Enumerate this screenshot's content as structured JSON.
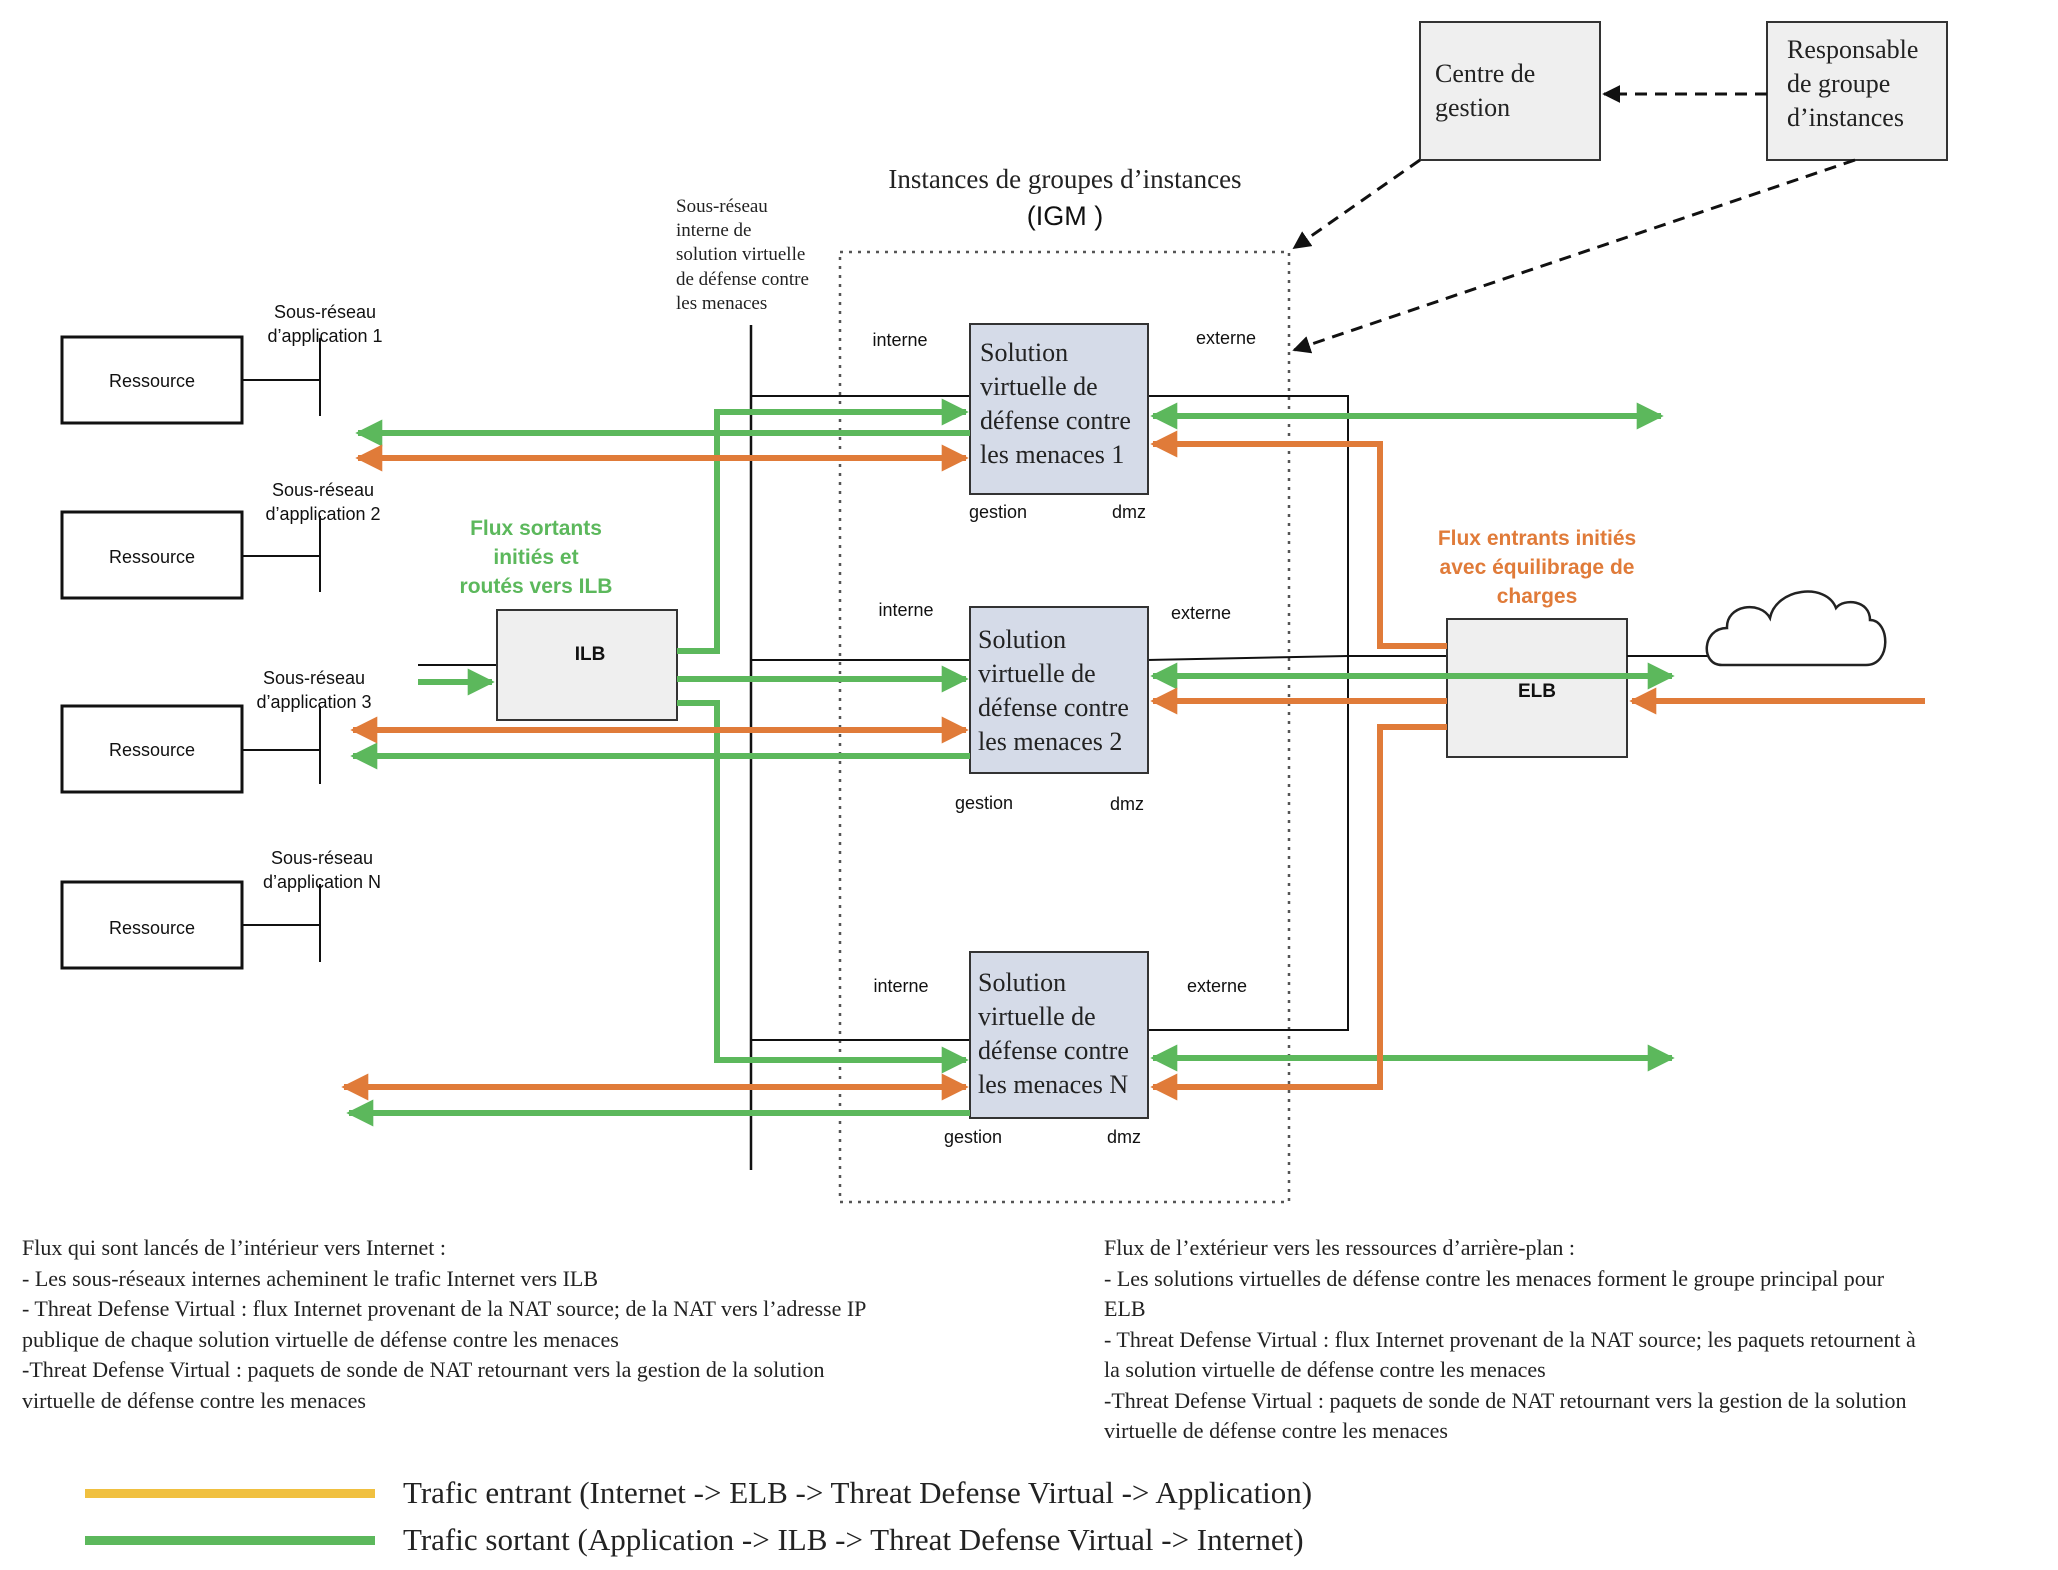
{
  "colors": {
    "green": "#5cb85c",
    "orange": "#e07b39",
    "legend_yellow": "#f0c040",
    "box_grey": "#efefef",
    "box_blue": "#d5dbe8"
  },
  "igm": {
    "title_line1": "Instances de groupes d’instances",
    "title_line2": "(IGM )"
  },
  "management": {
    "center_line1": "Centre de",
    "center_line2": "gestion",
    "manager_line1": "Responsable",
    "manager_line2": "de groupe",
    "manager_line3": "d’instances"
  },
  "internal_subnet": {
    "line1": "Sous-réseau",
    "line2": "interne de",
    "line3": "solution virtuelle",
    "line4": "de défense contre",
    "line5": "les menaces"
  },
  "resources": [
    {
      "label": "Ressource",
      "subnet_line1": "Sous-réseau",
      "subnet_line2": "d’application 1"
    },
    {
      "label": "Ressource",
      "subnet_line1": "Sous-réseau",
      "subnet_line2": "d’application 2"
    },
    {
      "label": "Ressource",
      "subnet_line1": "Sous-réseau",
      "subnet_line2": "d’application 3"
    },
    {
      "label": "Ressource",
      "subnet_line1": "Sous-réseau",
      "subnet_line2": "d’application N"
    }
  ],
  "ilb": {
    "label": "ILB",
    "caption_line1": "Flux sortants",
    "caption_line2": "initiés et",
    "caption_line3": "routés vers ILB"
  },
  "elb": {
    "label": "ELB",
    "caption_line1": "Flux entrants initiés",
    "caption_line2": "avec équilibrage de",
    "caption_line3": "charges"
  },
  "tdv": [
    {
      "line1": "Solution",
      "line2": "virtuelle de",
      "line3": "défense contre",
      "line4": "les menaces 1",
      "interne": "interne",
      "externe": "externe",
      "gestion": "gestion",
      "dmz": "dmz"
    },
    {
      "line1": "Solution",
      "line2": "virtuelle de",
      "line3": "défense contre",
      "line4": "les menaces 2",
      "interne": "interne",
      "externe": "externe",
      "gestion": "gestion",
      "dmz": "dmz"
    },
    {
      "line1": "Solution",
      "line2": "virtuelle de",
      "line3": "défense contre",
      "line4": "les menaces N",
      "interne": "interne",
      "externe": "externe",
      "gestion": "gestion",
      "dmz": "dmz"
    }
  ],
  "notes_left": [
    "Flux qui sont lancés de l’intérieur vers Internet :",
    "- Les sous-réseaux internes acheminent le trafic Internet vers ILB",
    "- Threat Defense Virtual : flux Internet provenant de la NAT source; de la NAT vers l’adresse IP",
    "publique de chaque solution virtuelle de défense contre les menaces",
    "-Threat Defense Virtual : paquets de sonde de NAT retournant vers la gestion de la solution",
    "virtuelle de défense contre les menaces"
  ],
  "notes_right": [
    "Flux de l’extérieur vers les ressources d’arrière-plan :",
    "- Les solutions virtuelles de défense contre les menaces forment le groupe principal pour",
    "ELB",
    "- Threat Defense Virtual : flux Internet provenant de la NAT source; les paquets retournent à",
    "la solution virtuelle de défense contre les menaces",
    "-Threat Defense Virtual : paquets de sonde de NAT retournant vers la gestion de la solution",
    "virtuelle de défense contre les menaces"
  ],
  "legend": [
    {
      "text": "Trafic entrant (Internet -> ELB -> Threat Defense Virtual -> Application)",
      "color": "#f0c040"
    },
    {
      "text": "Trafic sortant (Application -> ILB -> Threat Defense Virtual -> Internet)",
      "color": "#5cb85c"
    }
  ]
}
